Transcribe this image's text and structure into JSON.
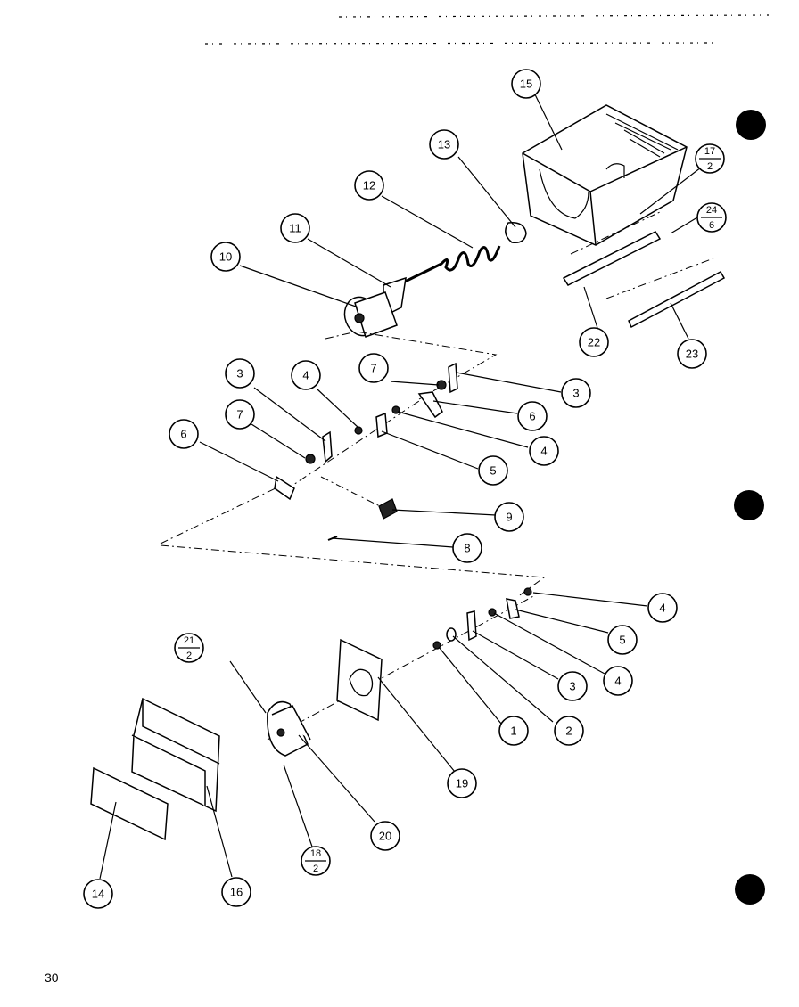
{
  "page_number": "30",
  "callouts": {
    "c1": "1",
    "c2": "2",
    "c3a": "3",
    "c3b": "3",
    "c3c": "3",
    "c4a": "4",
    "c4b": "4",
    "c4c": "4",
    "c4d": "4",
    "c5a": "5",
    "c5b": "5",
    "c6a": "6",
    "c6b": "6",
    "c7a": "7",
    "c7b": "7",
    "c8": "8",
    "c9": "9",
    "c10": "10",
    "c11": "11",
    "c12": "12",
    "c13": "13",
    "c14": "14",
    "c15": "15",
    "c16": "16",
    "c19": "19",
    "c20": "20",
    "c22": "22",
    "c23": "23"
  },
  "fraction_callouts": {
    "c17": {
      "top": "17",
      "bottom": "2"
    },
    "c24": {
      "top": "24",
      "bottom": "6"
    },
    "c21": {
      "top": "21",
      "bottom": "2"
    },
    "c18": {
      "top": "18",
      "bottom": "2"
    }
  }
}
